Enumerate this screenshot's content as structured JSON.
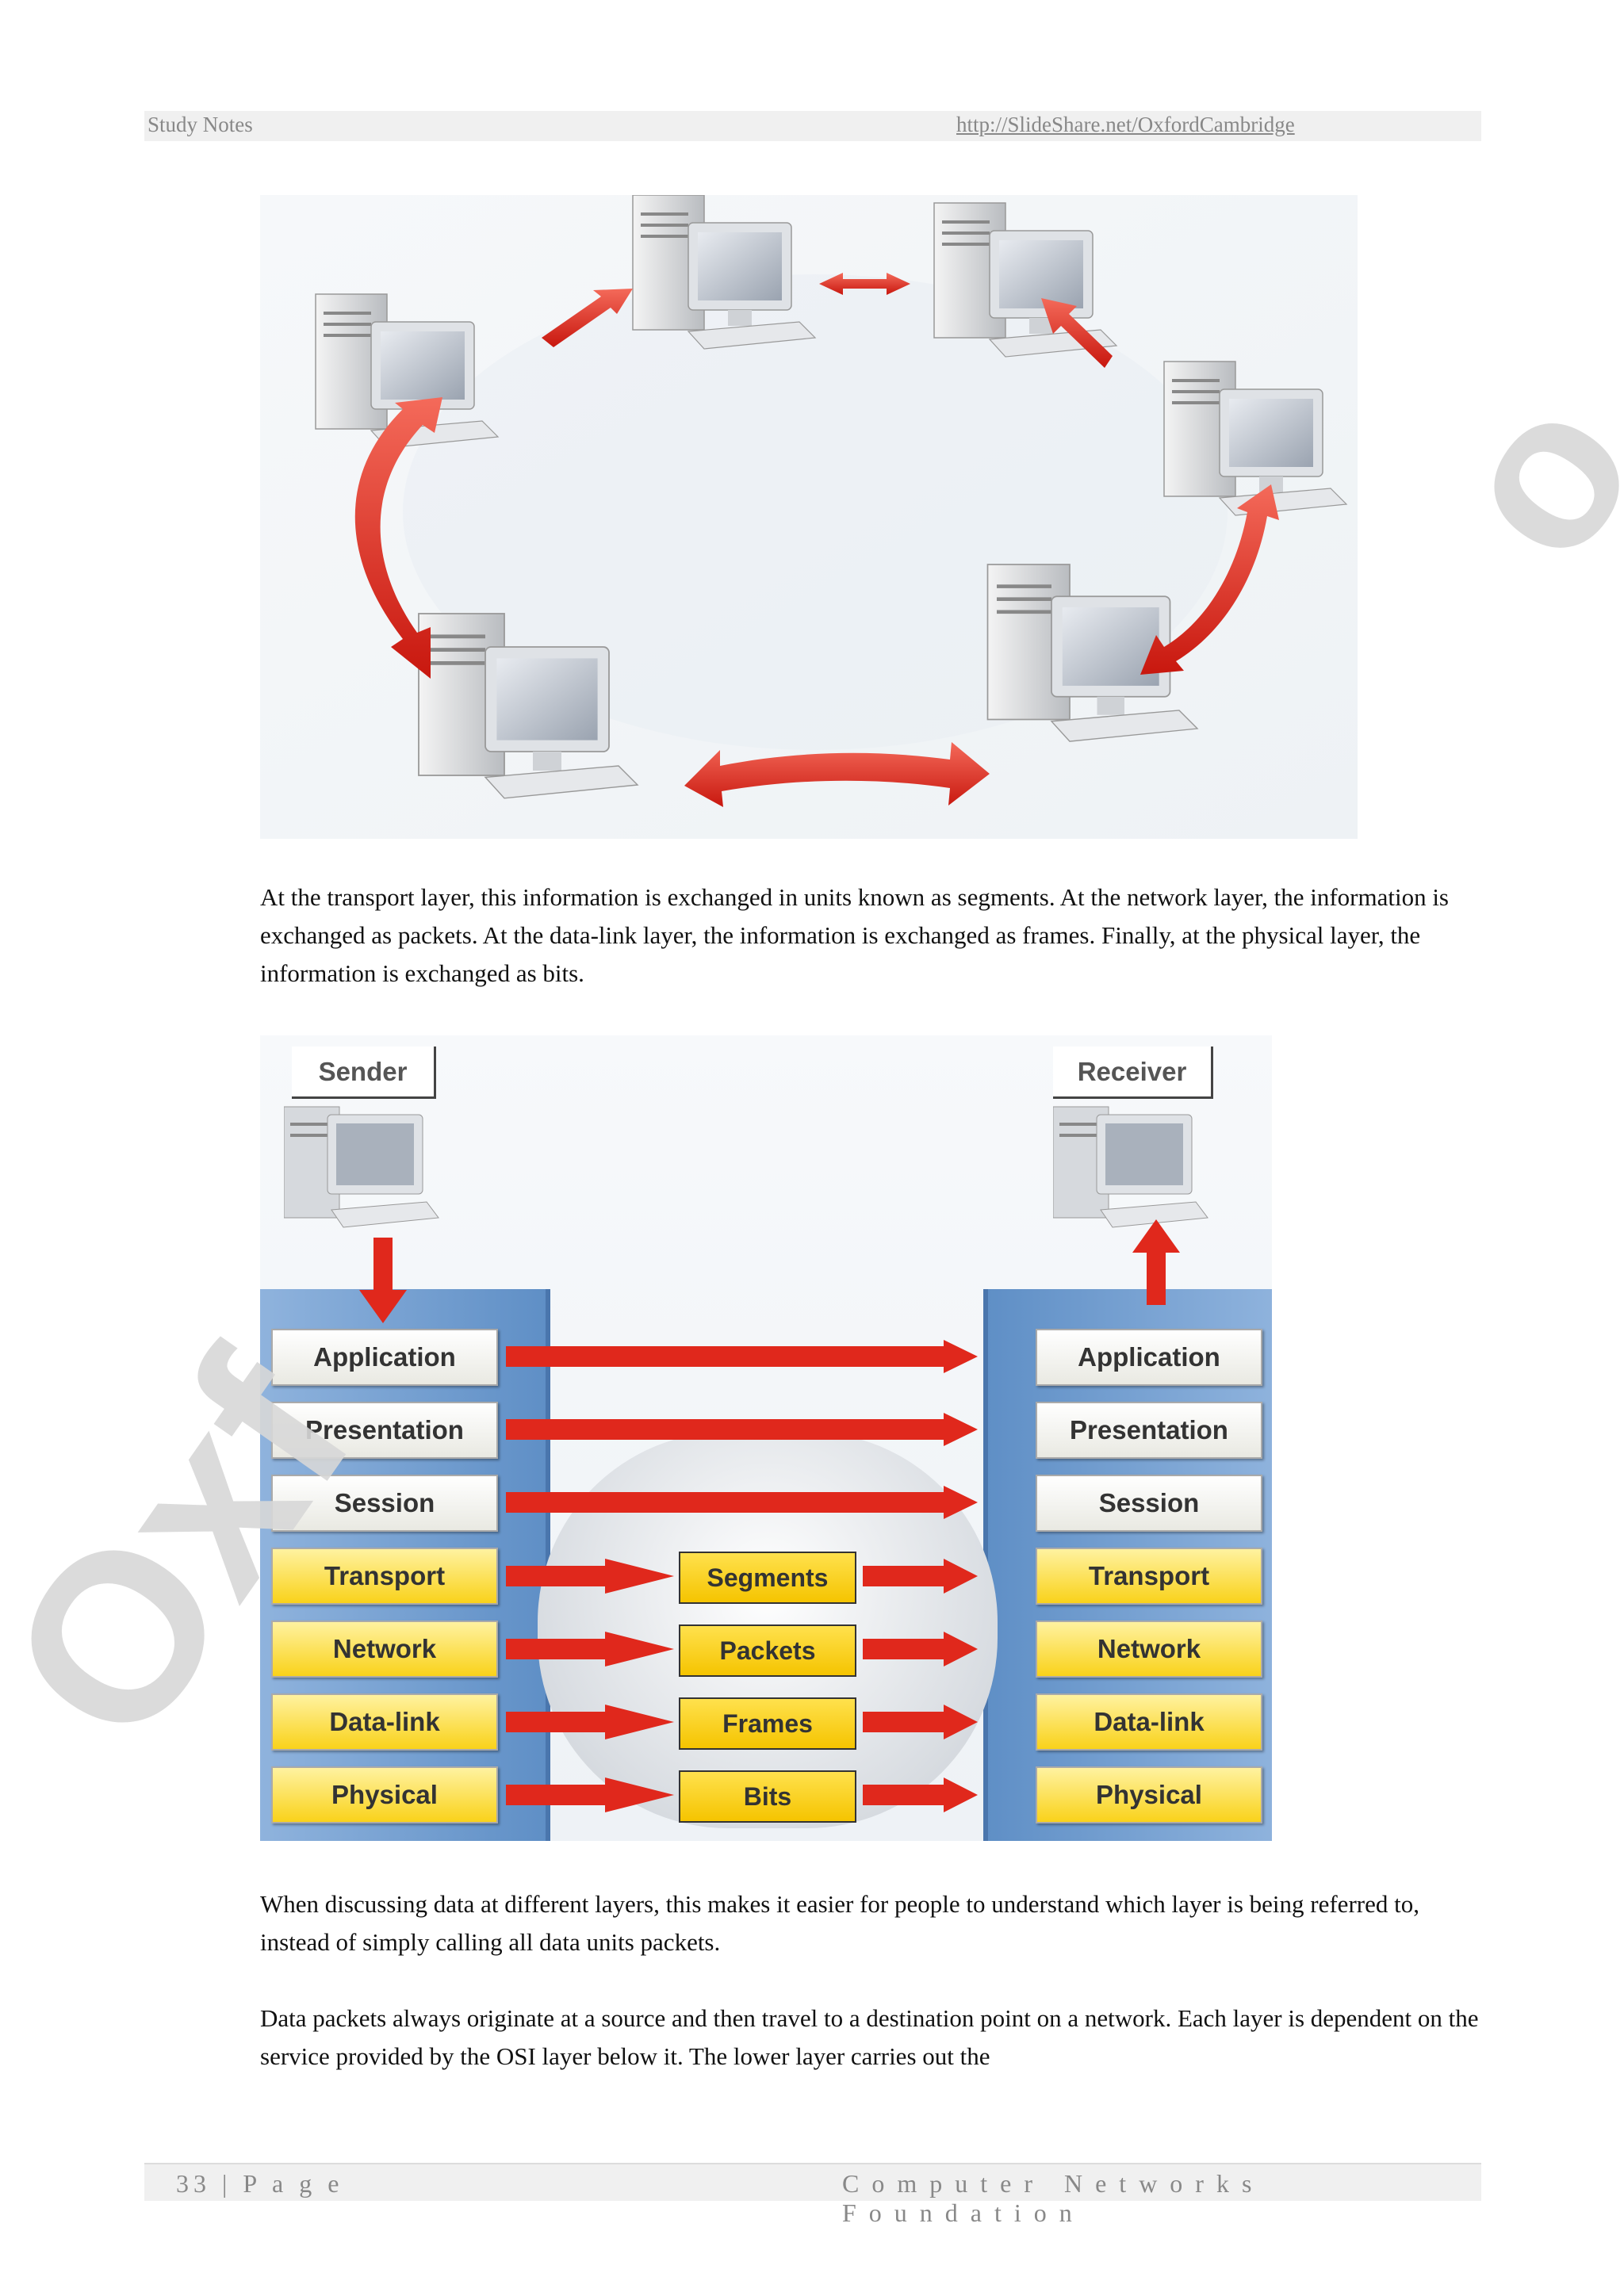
{
  "header": {
    "left": "Study Notes",
    "right": "http://SlideShare.net/OxfordCambridge"
  },
  "figure1": {
    "computer_icon": "desktop-computer-icon",
    "arrow_icon": "double-arrow-icon"
  },
  "paragraph1": "At the transport layer, this information is exchanged in units known as segments. At the network layer, the information is exchanged as packets. At the data-link layer, the information is exchanged as frames. Finally, at the physical layer, the information is exchanged as bits.",
  "figure2": {
    "sender_label": "Sender",
    "receiver_label": "Receiver",
    "sender_layers": [
      "Application",
      "Presentation",
      "Session",
      "Transport",
      "Network",
      "Data-link",
      "Physical"
    ],
    "receiver_layers": [
      "Application",
      "Presentation",
      "Session",
      "Transport",
      "Network",
      "Data-link",
      "Physical"
    ],
    "units": [
      "Segments",
      "Packets",
      "Frames",
      "Bits"
    ],
    "colors": {
      "arrow": "#e0281c",
      "stack": "#6f9bd1",
      "yellow": "#f9d21a"
    }
  },
  "paragraph2": "When discussing data at different layers, this makes it easier for people to understand which layer is being referred to, instead of simply calling all data units packets.",
  "paragraph3": "Data packets always originate at a source and then travel to a destination point on a network. Each layer is dependent on the service provided by the OSI layer below it. The lower layer carries out the",
  "watermark": {
    "left": "Oxf",
    "right": "o"
  },
  "footer": {
    "page": "33 | P a g e",
    "title": "Computer Networks Foundation"
  }
}
